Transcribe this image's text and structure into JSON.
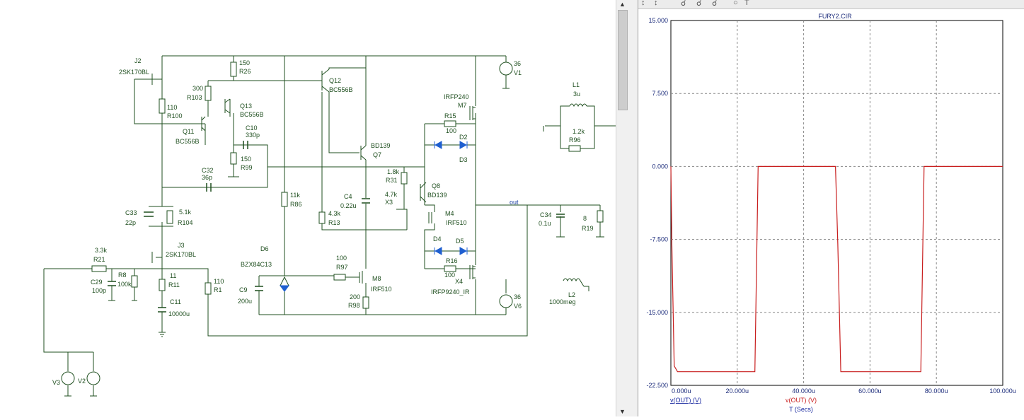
{
  "schematic": {
    "labels": {
      "J2": "J2",
      "J2_part": "2SK170BL",
      "R26_val": "150",
      "R26": "R26",
      "R103_val": "300",
      "R103": "R103",
      "Q13": "Q13",
      "Q13_part": "BC556B",
      "R100_val": "110",
      "R100": "R100",
      "Q11": "Q11",
      "Q11_part": "BC556B",
      "C10": "C10",
      "C10_val": "330p",
      "R99_val": "150",
      "R99": "R99",
      "C32": "C32",
      "C32_val": "36p",
      "Q12": "Q12",
      "Q12_part": "BC556B",
      "V1_val": "36",
      "V1": "V1",
      "IRFP240": "IRFP240",
      "M7": "M7",
      "R15": "R15",
      "R15_val": "100",
      "D2": "D2",
      "D3": "D3",
      "BD139": "BD139",
      "Q7": "Q7",
      "R31_val": "1.8k",
      "R31": "R31",
      "Q8": "Q8",
      "Q8_part": "BD139",
      "R86_val": "11k",
      "R86": "R86",
      "C4": "C4",
      "C4_val": "0.22u",
      "X3_val": "4.7k",
      "X3": "X3",
      "M4": "M4",
      "M4_part": "IRF510",
      "R13_val": "4.3k",
      "R13": "R13",
      "out": "out",
      "C34": "C34",
      "C34_val": "0.1u",
      "R19_val": "8",
      "R19": "R19",
      "C33": "C33",
      "C33_val": "22p",
      "R104_val": "5.1k",
      "R104": "R104",
      "D6": "D6",
      "D6_part": "BZX84C13",
      "J3": "J3",
      "J3_part": "2SK170BL",
      "R21_val": "3.3k",
      "R21": "R21",
      "R8": "R8",
      "R8_val": "100k",
      "C29": "C29",
      "C29_val": "100p",
      "R11_val": "11",
      "R11": "R11",
      "R1_val": "110",
      "R1": "R1",
      "R97_val": "100",
      "R97": "R97",
      "M8": "M8",
      "M8_part": "IRF510",
      "D4": "D4",
      "D5": "D5",
      "R16": "R16",
      "R16_val": "100",
      "X4": "X4",
      "X4_part": "IRFP9240_IR",
      "C9": "C9",
      "C9_val": "200u",
      "R98_val": "200",
      "R98": "R98",
      "V6_val": "36",
      "V6": "V6",
      "C11": "C11",
      "C11_val": "10000u",
      "L1": "L1",
      "L1_val": "3u",
      "R96_val": "1.2k",
      "R96": "R96",
      "L2": "L2",
      "L2_val": "1000meg",
      "V3": "V3",
      "V2": "V2"
    }
  },
  "plot": {
    "title": "FURY2.CIR",
    "y_ticks": [
      "15.000",
      "7.500",
      "0.000",
      "-7.500",
      "-15.000",
      "-22.500"
    ],
    "x_ticks": [
      "0.000u",
      "20.000u",
      "40.000u",
      "60.000u",
      "80.000u",
      "100.000u"
    ],
    "x_expr_left": "v(OUT) (V)",
    "x_expr_center": "v(OUT) (V)",
    "x_axis_name": "T (Secs)",
    "trace_color": "#c81e1e",
    "grid_color": "#888888"
  },
  "chart_data": {
    "type": "line",
    "title": "FURY2.CIR",
    "xlabel": "T (Secs)",
    "ylabel": "",
    "xlim": [
      0,
      100
    ],
    "ylim": [
      -22.5,
      15
    ],
    "series": [
      {
        "name": "v(OUT) (V)",
        "x": [
          0,
          0.3,
          1.0,
          2.0,
          25.3,
          26.3,
          49.6,
          50.3,
          51.2,
          75.3,
          76.3,
          100
        ],
        "values": [
          0,
          -8,
          -20.5,
          -21.1,
          -21.1,
          0,
          0,
          -8,
          -21.1,
          -21.1,
          0,
          0
        ]
      }
    ]
  }
}
